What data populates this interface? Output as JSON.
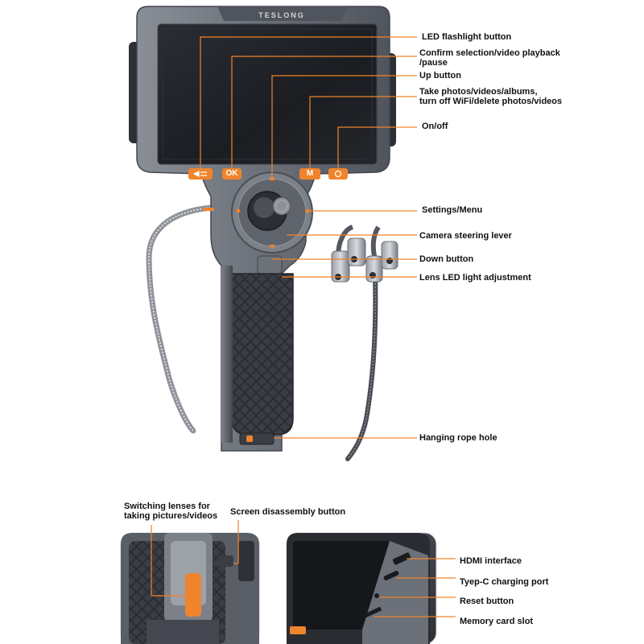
{
  "brand": {
    "logo_text": "TESLONG"
  },
  "device_buttons": {
    "ok_label": "OK",
    "m_label": "M"
  },
  "callouts": {
    "led_flashlight": "LED flashlight button",
    "confirm_line1": "Confirm selection/video playback",
    "confirm_line2": "/pause",
    "up_button": "Up button",
    "take_photos_line1": "Take photos/videos/albums,",
    "take_photos_line2": "turn off WiFi/delete photos/videos",
    "on_off": "On/off",
    "settings_menu": "Settings/Menu",
    "camera_steering": "Camera steering lever",
    "down_button": "Down button",
    "lens_led": "Lens LED light adjustment",
    "hanging_rope": "Hanging rope hole",
    "switching_lenses_line1": "Switching lenses for",
    "switching_lenses_line2": "taking pictures/videos",
    "screen_disassembly": "Screen disassembly button",
    "hdmi": "HDMI interface",
    "typec": "Tyep-C charging port",
    "reset": "Reset button",
    "memory_card": "Memory card slot"
  },
  "colors": {
    "accent": "#f0842c",
    "body_gray": "#6b7079",
    "dark_gray": "#3a3d43",
    "screen": "#1b1d22",
    "leader_line": "#f0842c"
  }
}
